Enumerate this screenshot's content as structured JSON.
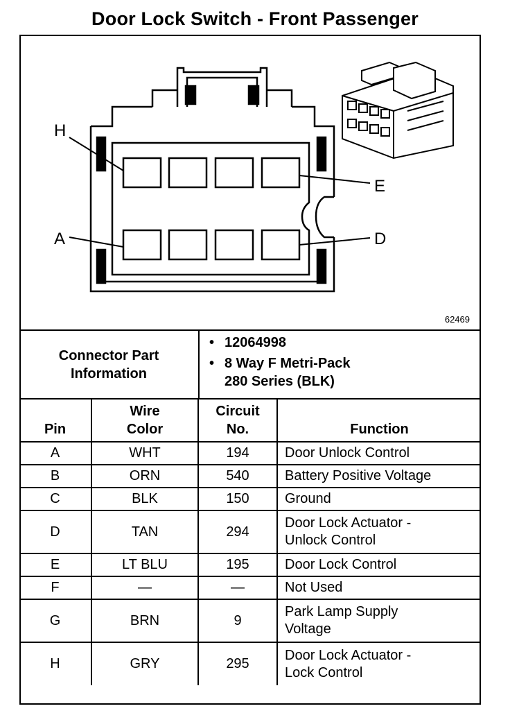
{
  "title": "Door Lock Switch - Front Passenger",
  "figure_number": "62469",
  "diagram": {
    "cavity_labels": {
      "top_left": "H",
      "top_right": "E",
      "bottom_left": "A",
      "bottom_right": "D"
    }
  },
  "connector_info": {
    "label_line1": "Connector Part",
    "label_line2": "Information",
    "bullets": [
      {
        "line1": "12064998",
        "line2": ""
      },
      {
        "line1": "8 Way F Metri-Pack",
        "line2": "280 Series (BLK)"
      }
    ]
  },
  "table": {
    "headers": {
      "pin": "Pin",
      "wire_line1": "Wire",
      "wire_line2": "Color",
      "circuit_line1": "Circuit",
      "circuit_line2": "No.",
      "function": "Function"
    },
    "rows": [
      {
        "pin": "A",
        "color": "WHT",
        "circuit": "194",
        "fn1": "Door Unlock Control",
        "fn2": ""
      },
      {
        "pin": "B",
        "color": "ORN",
        "circuit": "540",
        "fn1": "Battery Positive Voltage",
        "fn2": ""
      },
      {
        "pin": "C",
        "color": "BLK",
        "circuit": "150",
        "fn1": "Ground",
        "fn2": ""
      },
      {
        "pin": "D",
        "color": "TAN",
        "circuit": "294",
        "fn1": "Door Lock Actuator -",
        "fn2": "Unlock Control"
      },
      {
        "pin": "E",
        "color": "LT BLU",
        "circuit": "195",
        "fn1": "Door Lock Control",
        "fn2": ""
      },
      {
        "pin": "F",
        "color": "—",
        "circuit": "—",
        "fn1": "Not Used",
        "fn2": ""
      },
      {
        "pin": "G",
        "color": "BRN",
        "circuit": "9",
        "fn1": "Park Lamp Supply",
        "fn2": "Voltage"
      },
      {
        "pin": "H",
        "color": "GRY",
        "circuit": "295",
        "fn1": "Door Lock Actuator -",
        "fn2": "Lock Control"
      }
    ]
  }
}
